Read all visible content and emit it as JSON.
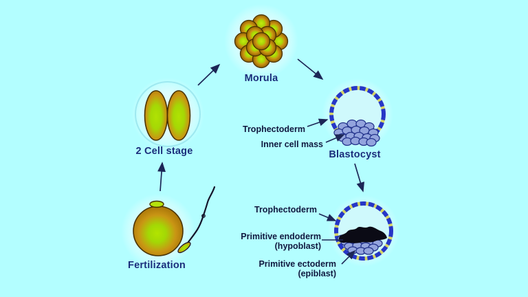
{
  "colors": {
    "background": "#b3feff",
    "stage_text": "#1b2d7b",
    "annotation_text": "#10183f",
    "arrow": "#1c2656",
    "cell_gold": "#c99514",
    "cell_green": "#a9d805",
    "cell_outline": "#4a3300",
    "ring_blue": "#2636c6",
    "ring_yellow": "#d6d365",
    "icm_cell_fill": "#93a4dd",
    "icm_cell_outline": "#24348c",
    "endoderm_black": "#0b0b15",
    "halo": "#ddfdfe"
  },
  "stages": {
    "fertilization": {
      "label": "Fertilization"
    },
    "two_cell": {
      "label": "2 Cell stage"
    },
    "morula": {
      "label": "Morula"
    },
    "blastocyst": {
      "label": "Blastocyst"
    }
  },
  "annotations": {
    "trophectoderm_upper": {
      "label": "Trophectoderm"
    },
    "inner_cell_mass": {
      "label": "Inner cell mass"
    },
    "trophectoderm_lower": {
      "label": "Trophectoderm"
    },
    "primitive_endoderm": {
      "line1": "Primitive endoderm",
      "line2": "(hypoblast)"
    },
    "primitive_ectoderm": {
      "line1": "Primitive ectoderm",
      "line2": "(epiblast)"
    }
  }
}
